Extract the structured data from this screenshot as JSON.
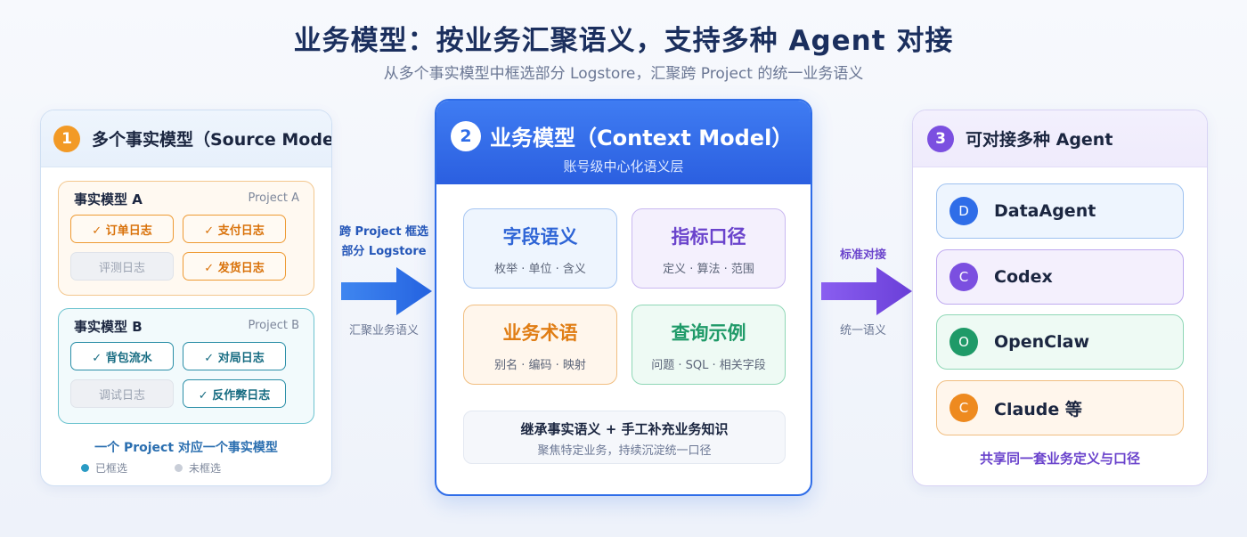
{
  "header": {
    "title": "业务模型：按业务汇聚语义，支持多种 Agent 对接",
    "subtitle": "从多个事实模型中框选部分 Logstore，汇聚跨 Project 的统一业务语义"
  },
  "panel1": {
    "number": "1",
    "title": "多个事实模型（Source Model）",
    "groups": [
      {
        "title": "事实模型 A",
        "project": "Project A",
        "chips": [
          {
            "label": "✓ 订单日志",
            "selected": true
          },
          {
            "label": "✓ 支付日志",
            "selected": true
          },
          {
            "label": "评测日志",
            "selected": false
          },
          {
            "label": "✓ 发货日志",
            "selected": true
          }
        ]
      },
      {
        "title": "事实模型 B",
        "project": "Project B",
        "chips": [
          {
            "label": "✓ 背包流水",
            "selected": true
          },
          {
            "label": "✓ 对局日志",
            "selected": true
          },
          {
            "label": "调试日志",
            "selected": false
          },
          {
            "label": "✓ 反作弊日志",
            "selected": true
          }
        ]
      }
    ],
    "footer": "一个 Project 对应一个事实模型",
    "legend": {
      "selected": "已框选",
      "unselected": "未框选"
    }
  },
  "arrow1": {
    "label_line1": "跨 Project 框选",
    "label_line2": "部分 Logstore",
    "note": "汇聚业务语义"
  },
  "panel2": {
    "number": "2",
    "title": "业务模型（Context Model）",
    "subtitle": "账号级中心化语义层",
    "cards": [
      {
        "title": "字段语义",
        "sub": "枚举 · 单位 · 含义"
      },
      {
        "title": "指标口径",
        "sub": "定义 · 算法 · 范围"
      },
      {
        "title": "业务术语",
        "sub": "别名 · 编码 · 映射"
      },
      {
        "title": "查询示例",
        "sub": "问题 · SQL · 相关字段"
      }
    ],
    "inherit": {
      "title": "继承事实语义 + 手工补充业务知识",
      "sub": "聚焦特定业务，持续沉淀统一口径"
    }
  },
  "arrow2": {
    "label": "标准对接",
    "note": "统一语义"
  },
  "panel3": {
    "number": "3",
    "title": "可对接多种 Agent",
    "agents": [
      {
        "initial": "D",
        "name": "DataAgent"
      },
      {
        "initial": "C",
        "name": "Codex"
      },
      {
        "initial": "O",
        "name": "OpenClaw"
      },
      {
        "initial": "C",
        "name": "Claude 等"
      }
    ],
    "footer": "共享同一套业务定义与口径"
  },
  "colors": {
    "primary_blue": "#2f6de8",
    "orange": "#ee8a1f",
    "purple": "#7b4fe0",
    "green": "#1f9a68",
    "teal": "#2a8ea7"
  }
}
